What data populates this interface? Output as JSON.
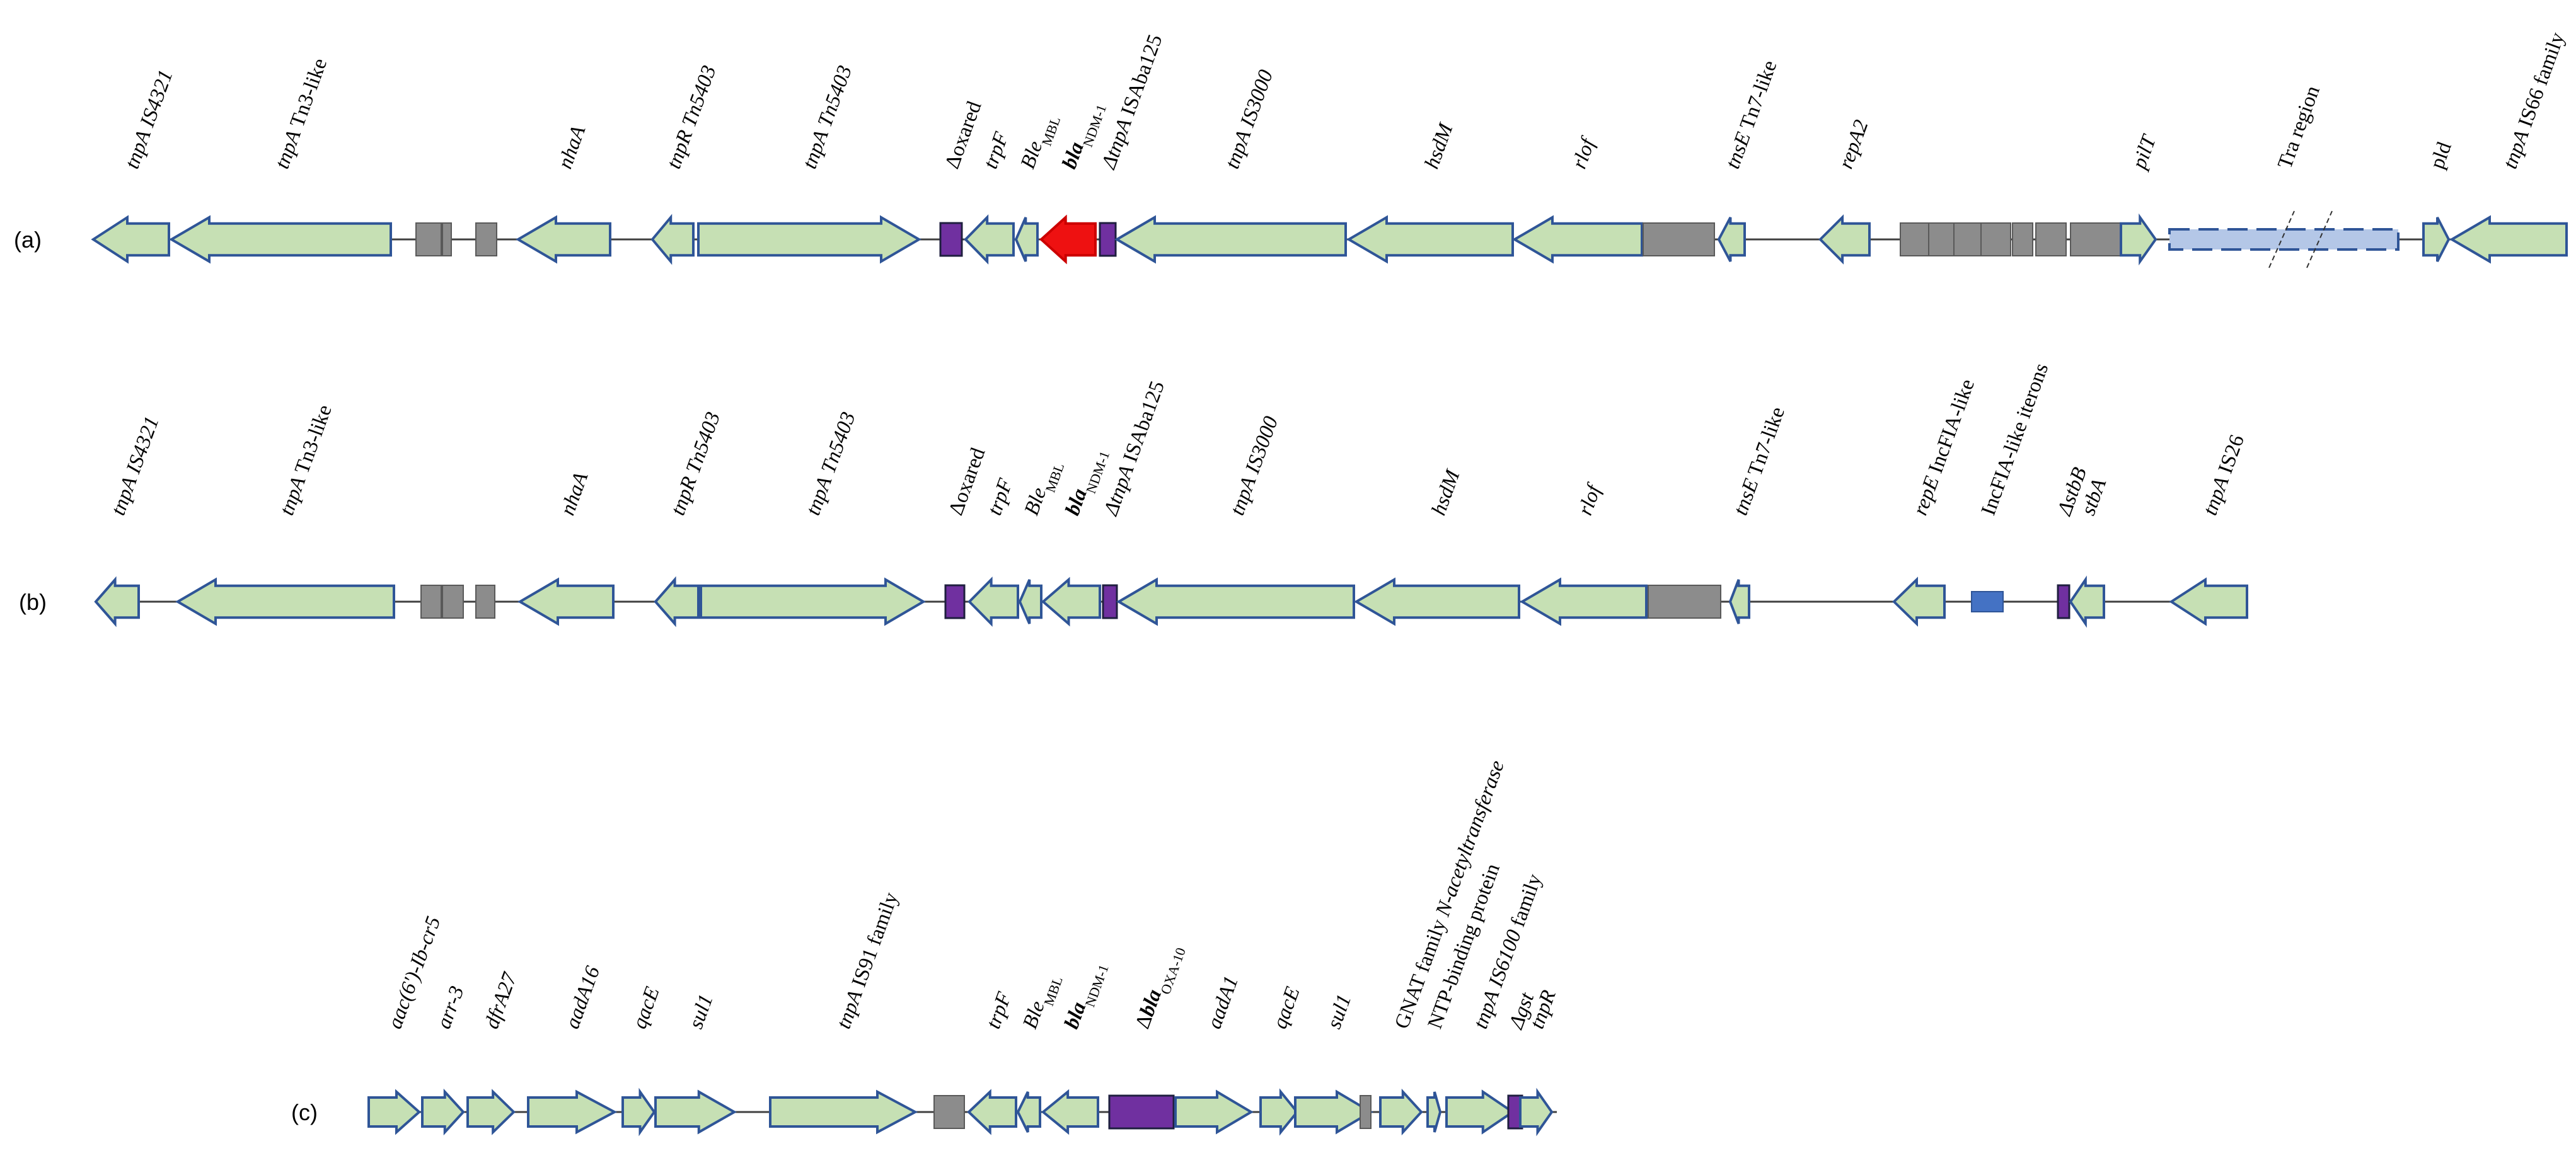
{
  "colors": {
    "gene_fill": "#c6e0b4",
    "gene_stroke": "#2f5597",
    "grey_fill": "#8c8c8c",
    "grey_stroke": "#595959",
    "purple": "#7030a0",
    "red": "#ee1111",
    "blue_box": "#4472c4",
    "tra_fill": "#b4c7e7",
    "backbone": "#404040"
  },
  "panels": [
    {
      "panel_label": "(a)",
      "features": [
        {
          "id": "a1",
          "label": "tnpA IS4321",
          "kind": "gene",
          "dir": "left"
        },
        {
          "id": "a2",
          "label": "tnpA Tn3-like",
          "kind": "gene",
          "dir": "left"
        },
        {
          "id": "a3",
          "label": "",
          "kind": "grey"
        },
        {
          "id": "a4",
          "label": "",
          "kind": "grey"
        },
        {
          "id": "a5",
          "label": "",
          "kind": "grey"
        },
        {
          "id": "a6",
          "label": "nhaA",
          "kind": "gene",
          "dir": "left"
        },
        {
          "id": "a7",
          "label": "tnpR Tn5403",
          "kind": "gene",
          "dir": "left"
        },
        {
          "id": "a8",
          "label": "tnpA Tn5403",
          "kind": "gene",
          "dir": "right"
        },
        {
          "id": "a9",
          "label": "Δoxared",
          "kind": "purple"
        },
        {
          "id": "a10",
          "label": "trpF",
          "kind": "gene",
          "dir": "left"
        },
        {
          "id": "a11",
          "label": "BleMBL",
          "kind": "gene",
          "dir": "left"
        },
        {
          "id": "a12",
          "label": "blaNDM-1",
          "kind": "red",
          "dir": "left"
        },
        {
          "id": "a13",
          "label": "ΔtnpA ISAba125",
          "kind": "purple"
        },
        {
          "id": "a14",
          "label": "tnpA IS3000",
          "kind": "gene",
          "dir": "left"
        },
        {
          "id": "a15",
          "label": "hsdM",
          "kind": "gene",
          "dir": "left"
        },
        {
          "id": "a16",
          "label": "rlof",
          "kind": "gene",
          "dir": "left"
        },
        {
          "id": "a17",
          "label": "",
          "kind": "grey"
        },
        {
          "id": "a18",
          "label": "tnsE Tn7-like",
          "kind": "gene",
          "dir": "left"
        },
        {
          "id": "a19",
          "label": "repA2",
          "kind": "gene",
          "dir": "left"
        },
        {
          "id": "a20",
          "label": "",
          "kind": "grey"
        },
        {
          "id": "a21",
          "label": "",
          "kind": "grey"
        },
        {
          "id": "a22",
          "label": "",
          "kind": "grey"
        },
        {
          "id": "a23",
          "label": "",
          "kind": "grey"
        },
        {
          "id": "a24",
          "label": "",
          "kind": "grey"
        },
        {
          "id": "a25",
          "label": "",
          "kind": "grey"
        },
        {
          "id": "a26",
          "label": "",
          "kind": "grey"
        },
        {
          "id": "a27",
          "label": "pilT",
          "kind": "gene",
          "dir": "right"
        },
        {
          "id": "a28",
          "label": "Tra region",
          "kind": "tra"
        },
        {
          "id": "a29",
          "label": "pld",
          "kind": "gene",
          "dir": "right"
        },
        {
          "id": "a30",
          "label": "tnpA IS66 family",
          "kind": "gene",
          "dir": "left"
        }
      ]
    },
    {
      "panel_label": "(b)",
      "features": [
        {
          "id": "b1",
          "label": "tnpA IS4321",
          "kind": "gene",
          "dir": "left"
        },
        {
          "id": "b2",
          "label": "tnpA Tn3-like",
          "kind": "gene",
          "dir": "left"
        },
        {
          "id": "b3",
          "label": "",
          "kind": "grey"
        },
        {
          "id": "b4",
          "label": "",
          "kind": "grey"
        },
        {
          "id": "b5",
          "label": "",
          "kind": "grey"
        },
        {
          "id": "b6",
          "label": "nhaA",
          "kind": "gene",
          "dir": "left"
        },
        {
          "id": "b7",
          "label": "tnpR Tn5403",
          "kind": "gene",
          "dir": "left"
        },
        {
          "id": "b8",
          "label": "tnpA Tn5403",
          "kind": "gene",
          "dir": "right"
        },
        {
          "id": "b9",
          "label": "Δoxared",
          "kind": "purple"
        },
        {
          "id": "b10",
          "label": "trpF",
          "kind": "gene",
          "dir": "left"
        },
        {
          "id": "b11",
          "label": "BleMBL",
          "kind": "gene",
          "dir": "left"
        },
        {
          "id": "b12",
          "label": "blaNDM-1",
          "kind": "gene",
          "dir": "left"
        },
        {
          "id": "b13",
          "label": "ΔtnpA ISAba125",
          "kind": "purple"
        },
        {
          "id": "b14",
          "label": "tnpA IS3000",
          "kind": "gene",
          "dir": "left"
        },
        {
          "id": "b15",
          "label": "hsdM",
          "kind": "gene",
          "dir": "left"
        },
        {
          "id": "b16",
          "label": "rlof",
          "kind": "gene",
          "dir": "left"
        },
        {
          "id": "b17",
          "label": "",
          "kind": "grey"
        },
        {
          "id": "b18",
          "label": "tnsE Tn7-like",
          "kind": "gene",
          "dir": "left"
        },
        {
          "id": "b19",
          "label": "repE IncFIA-like",
          "kind": "gene",
          "dir": "left"
        },
        {
          "id": "b20",
          "label": "IncFIA-like iterons",
          "kind": "blue"
        },
        {
          "id": "b21",
          "label": "ΔstbB",
          "kind": "purple"
        },
        {
          "id": "b22",
          "label": "stbA",
          "kind": "gene",
          "dir": "left"
        },
        {
          "id": "b23",
          "label": "tnpA IS26",
          "kind": "gene",
          "dir": "left"
        }
      ]
    },
    {
      "panel_label": "(c)",
      "features": [
        {
          "id": "c1",
          "label": "aac(6')-Ib-cr5",
          "kind": "gene",
          "dir": "right"
        },
        {
          "id": "c2",
          "label": "arr-3",
          "kind": "gene",
          "dir": "right"
        },
        {
          "id": "c3",
          "label": "dfrA27",
          "kind": "gene",
          "dir": "right"
        },
        {
          "id": "c4",
          "label": "aadA16",
          "kind": "gene",
          "dir": "right"
        },
        {
          "id": "c5",
          "label": "qacE",
          "kind": "gene",
          "dir": "right"
        },
        {
          "id": "c6",
          "label": "sul1",
          "kind": "gene",
          "dir": "right"
        },
        {
          "id": "c7",
          "label": "tnpA IS91 family",
          "kind": "gene",
          "dir": "right"
        },
        {
          "id": "c8",
          "label": "",
          "kind": "grey"
        },
        {
          "id": "c9",
          "label": "trpF",
          "kind": "gene",
          "dir": "left"
        },
        {
          "id": "c10",
          "label": "BleMBL",
          "kind": "gene",
          "dir": "left"
        },
        {
          "id": "c11",
          "label": "blaNDM-1",
          "kind": "gene",
          "dir": "left"
        },
        {
          "id": "c12",
          "label": "ΔblaOXA-10",
          "kind": "purple"
        },
        {
          "id": "c13",
          "label": "aadA1",
          "kind": "gene",
          "dir": "right"
        },
        {
          "id": "c14",
          "label": "qacE",
          "kind": "gene",
          "dir": "right"
        },
        {
          "id": "c15",
          "label": "sul1",
          "kind": "gene",
          "dir": "right"
        },
        {
          "id": "c16",
          "label": "",
          "kind": "grey"
        },
        {
          "id": "c17",
          "label": "GNAT family N-acetyltransferase",
          "kind": "gene",
          "dir": "right"
        },
        {
          "id": "c18",
          "label": "NTP-binding protein",
          "kind": "gene",
          "dir": "right"
        },
        {
          "id": "c19",
          "label": "tnpA IS6100 family",
          "kind": "gene",
          "dir": "right"
        },
        {
          "id": "c20",
          "label": "Δgst",
          "kind": "purple"
        },
        {
          "id": "c21",
          "label": "tnpR",
          "kind": "gene",
          "dir": "right"
        }
      ]
    }
  ]
}
